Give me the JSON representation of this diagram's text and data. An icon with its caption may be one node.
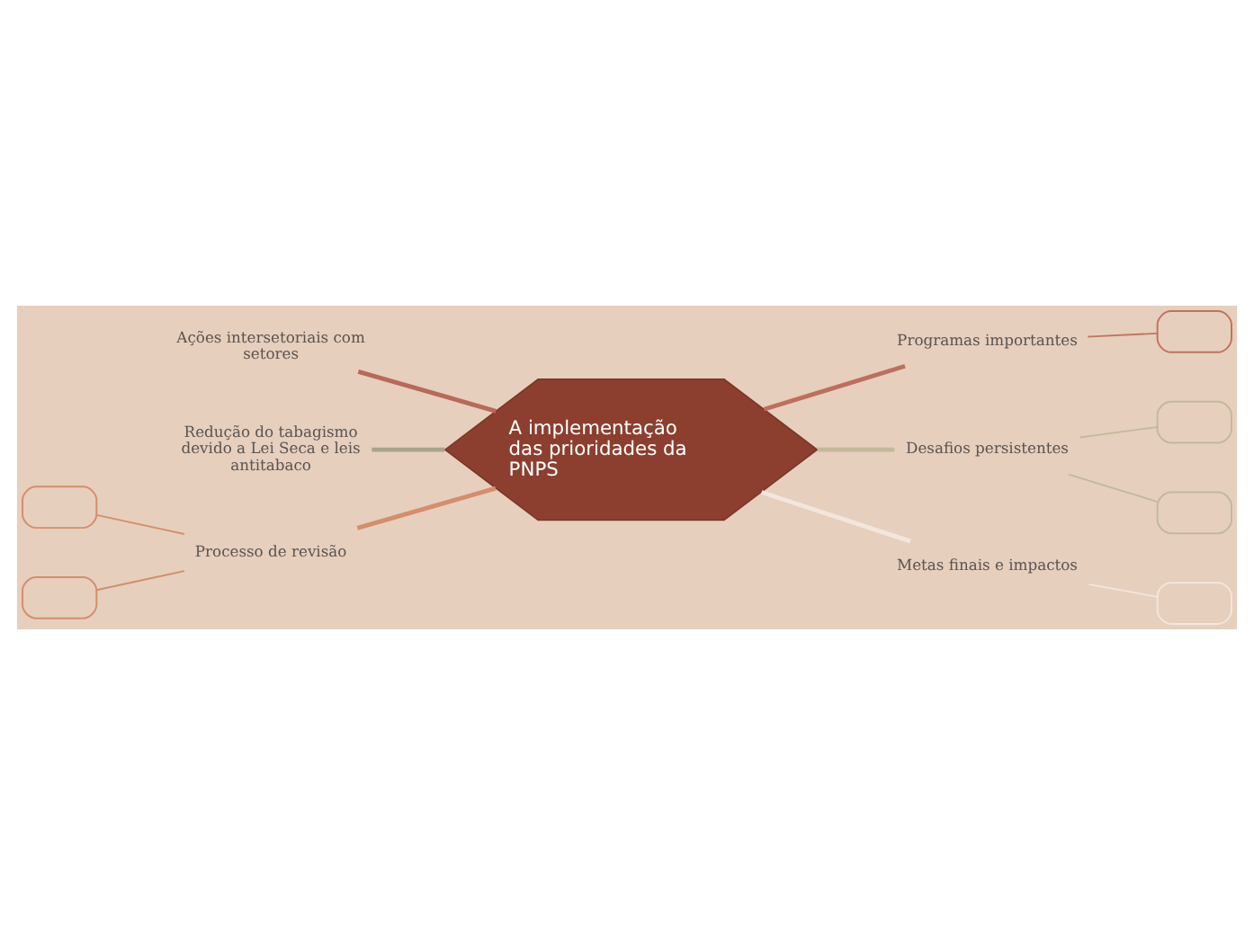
{
  "diagram": {
    "nodes": [
      {
        "text": [
          "A implementação das prioridades da PNPS"
        ]
      },
      {
        "text": [
          "Ações intersetoriais com setores"
        ]
      },
      {
        "text": [
          "Redução do tabagismo devido a Lei Seca e leis antitabaco"
        ]
      },
      {
        "text": [
          "Processo de revisão"
        ]
      },
      {
        "text": [],
        "shape": "box"
      },
      {
        "text": [],
        "shape": "box"
      },
      {
        "text": [
          "Programas importantes"
        ]
      },
      {
        "text": [],
        "shape": "box"
      },
      {
        "text": [
          "Desafios persistentes"
        ]
      },
      {
        "text": [],
        "shape": "box"
      },
      {
        "text": [],
        "shape": "box"
      },
      {
        "text": [
          "Metas finais e impactos"
        ]
      },
      {
        "text": [],
        "shape": "box"
      }
    ],
    "edges": [
      {
        "from": 1,
        "to": 0,
        "arrow": "none",
        "style": "thick",
        "color": "#b8695a"
      },
      {
        "from": 2,
        "to": 0,
        "arrow": "none",
        "style": "thick",
        "color": "#a9a48c"
      },
      {
        "from": 3,
        "to": 0,
        "arrow": "none",
        "style": "thick",
        "color": "#d58d6c"
      },
      {
        "from": 4,
        "to": 3,
        "arrow": "none",
        "color": "#d58d6c"
      },
      {
        "from": 5,
        "to": 3,
        "arrow": "none",
        "color": "#d58d6c"
      },
      {
        "from": 0,
        "to": 6,
        "arrow": "none",
        "style": "thick",
        "color": "#bf6e5e"
      },
      {
        "from": 0,
        "to": 8,
        "arrow": "none",
        "style": "thick",
        "color": "#c2b99c"
      },
      {
        "from": 0,
        "to": 11,
        "arrow": "none",
        "style": "thick",
        "color": "#f3e6dc"
      },
      {
        "from": 6,
        "to": 7,
        "arrow": "none",
        "color": "#c0735f"
      },
      {
        "from": 8,
        "to": 9,
        "arrow": "none",
        "color": "#c2b99c"
      },
      {
        "from": 8,
        "to": 10,
        "arrow": "none",
        "color": "#c2b99c"
      },
      {
        "from": 11,
        "to": 12,
        "arrow": "none",
        "color": "#f3e6dc"
      }
    ]
  }
}
